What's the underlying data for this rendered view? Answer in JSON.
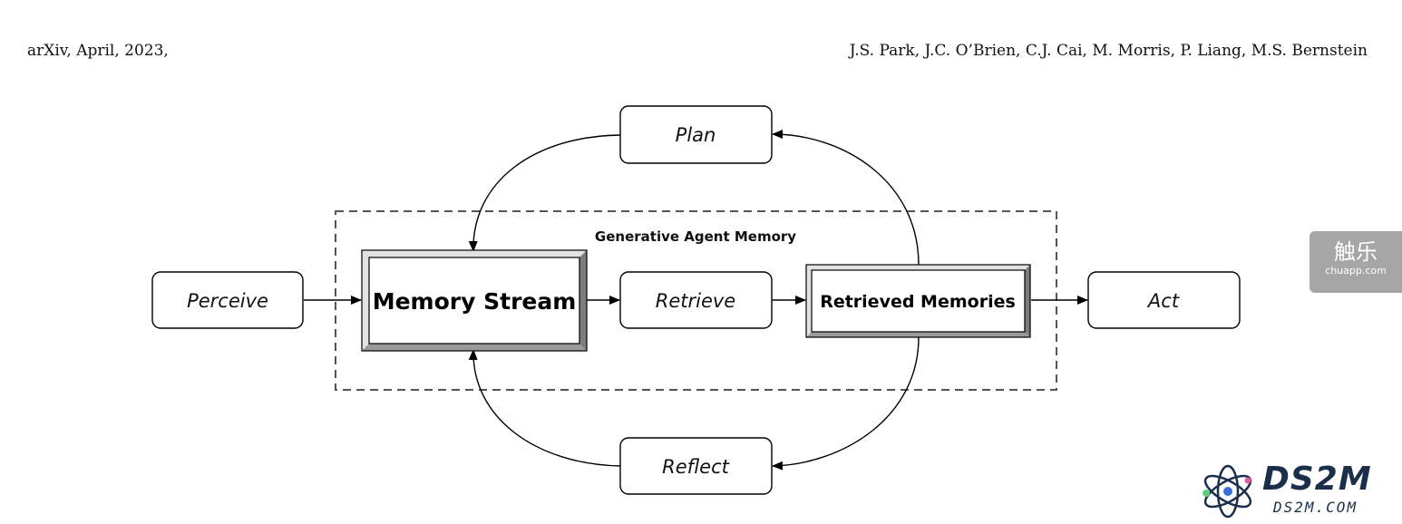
{
  "header": {
    "left": "arXiv, April, 2023,",
    "right": "J.S. Park, J.C. O’Brien, C.J. Cai, M. Morris, P. Liang, M.S. Bernstein"
  },
  "diagram": {
    "group_label": "Generative Agent Memory",
    "nodes": {
      "perceive": "Perceive",
      "memory_stream": "Memory Stream",
      "retrieve": "Retrieve",
      "retrieved_memories": "Retrieved Memories",
      "act": "Act",
      "plan": "Plan",
      "reflect": "Reflect"
    }
  },
  "watermarks": {
    "chuapp_cn": "触乐",
    "chuapp_url": "chuapp.com",
    "ds2m_title": "DS2M",
    "ds2m_url": "DS2M.COM"
  }
}
